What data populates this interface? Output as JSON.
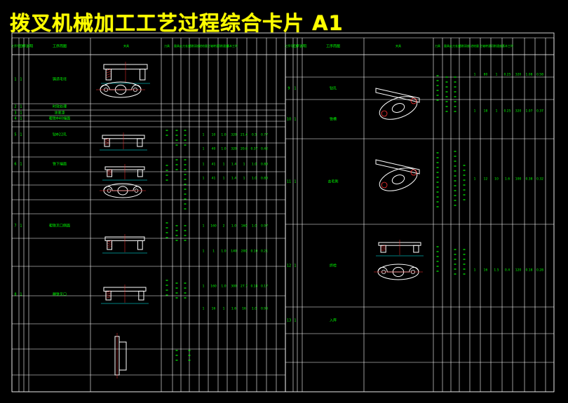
{
  "title": "拨叉机械加工工艺过程综合卡片 A1",
  "header": {
    "left_columns": [
      "工序号",
      "工步",
      "工序说明",
      "工序简图",
      "夹具",
      "刀具",
      "量具",
      "走刀长度",
      "切削深度",
      "进给量",
      "主轴转速",
      "切削速度",
      "基本工时"
    ],
    "right_columns": [
      "工序号",
      "工步",
      "工序说明",
      "工序简图",
      "夹具",
      "刀具",
      "量具",
      "走刀长度",
      "切削深度",
      "进给量",
      "主轴转速",
      "切削速度",
      "基本工时"
    ]
  },
  "left_steps": [
    {
      "no": "1",
      "step": "1",
      "desc": "铸造毛坯"
    },
    {
      "no": "2",
      "step": "1",
      "desc": "时效处理"
    },
    {
      "no": "3",
      "step": "1",
      "desc": "涂底漆"
    },
    {
      "no": "4",
      "step": "1",
      "desc": "粗铣Φ40端面"
    },
    {
      "no": "5",
      "step": "1",
      "desc": "钻Φ22孔"
    },
    {
      "no": "6",
      "step": "1",
      "desc": "铣下端面"
    },
    {
      "no": "7",
      "step": "1",
      "desc": "粗铣叉口侧面"
    },
    {
      "no": "8",
      "step": "1",
      "desc": "精铣叉口"
    }
  ],
  "right_steps": [
    {
      "no": "9",
      "step": "1",
      "desc": "钻孔"
    },
    {
      "no": "10",
      "step": "1",
      "desc": "铣槽"
    },
    {
      "no": "11",
      "step": "1",
      "desc": "去毛刺"
    },
    {
      "no": "12",
      "step": "1",
      "desc": "终检"
    },
    {
      "no": "13",
      "step": "1",
      "desc": "入库"
    }
  ],
  "left_values": [
    [
      "1",
      "10",
      "1.0",
      "320",
      "21.4",
      "0.5",
      "0.77"
    ],
    [
      "1",
      "40",
      "1.0",
      "320",
      "20.0",
      "0.37",
      "0.42"
    ],
    [
      "1",
      "41",
      "1",
      "1.4",
      "1",
      "1.0",
      "0.80"
    ],
    [
      "1",
      "41",
      "1",
      "1.4",
      "1",
      "1.0",
      "0.80"
    ],
    [
      "1",
      "160",
      "2",
      "1.0",
      "160",
      "1.0",
      "0.97"
    ],
    [
      "1",
      "1",
      "1.0",
      "140",
      "200",
      "0.10",
      "0.21"
    ],
    [
      "1",
      "160",
      "1.0",
      "300",
      "27.7",
      "0.18",
      "0.17"
    ],
    [
      "1",
      "16",
      "1",
      "1.6",
      "16",
      "1.0",
      "0.93"
    ]
  ],
  "right_values": [
    [
      "1",
      "80",
      "1",
      "0.25",
      "320",
      "1.08",
      "0.58"
    ],
    [
      "1",
      "18",
      "1",
      "0.25",
      "320",
      "1.07",
      "0.37"
    ],
    [
      "1",
      "12",
      "10",
      "1.6",
      "100",
      "0.38",
      "0.32"
    ],
    [
      "1",
      "16",
      "1.5",
      "0.4",
      "120",
      "0.18",
      "0.28"
    ]
  ],
  "colors": {
    "background": "#000000",
    "lines": "#ffffff",
    "text": "#00ff00",
    "title": "#ffff00",
    "part": "#ffffff",
    "hatch": "#ff3333",
    "dim": "#00ffff"
  }
}
